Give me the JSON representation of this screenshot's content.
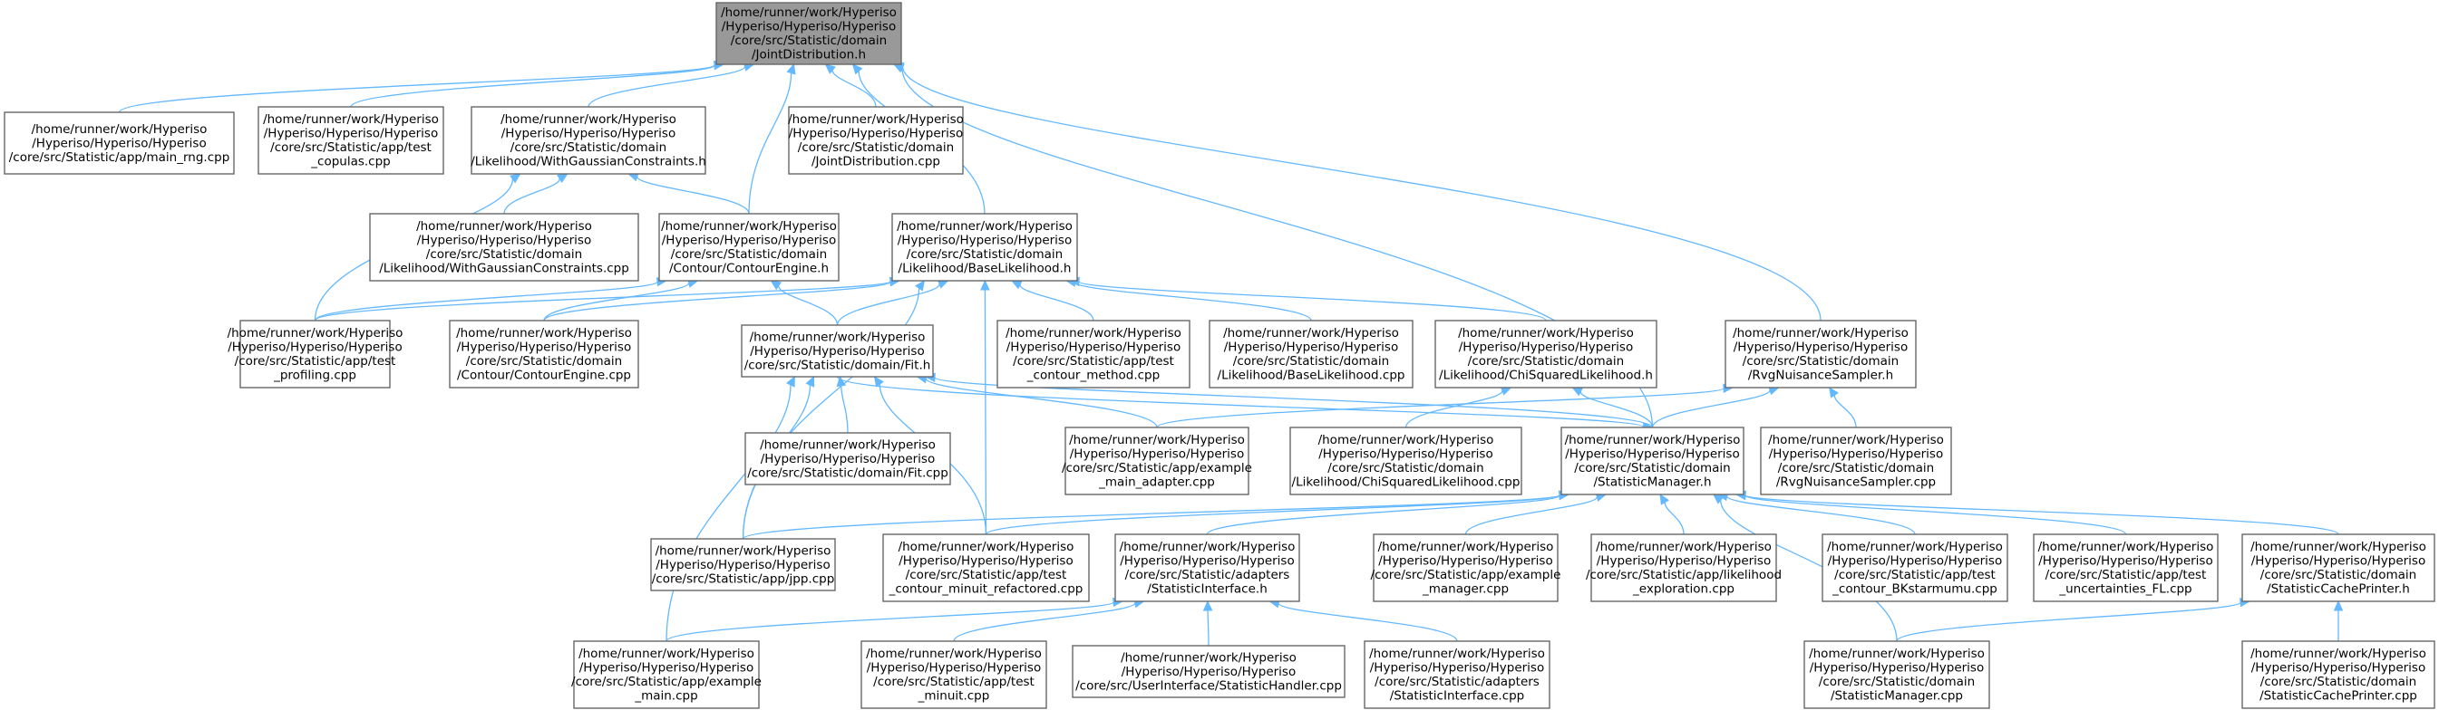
{
  "graph": {
    "nodes": [
      {
        "id": "jd_h",
        "lines": [
          "/home/runner/work/Hyperiso",
          "/Hyperiso/Hyperiso/Hyperiso",
          "/core/src/Statistic/domain",
          "/JointDistribution.h"
        ],
        "highlighted": true
      },
      {
        "id": "main_rng",
        "lines": [
          "/home/runner/work/Hyperiso",
          "/Hyperiso/Hyperiso/Hyperiso",
          "/core/src/Statistic/app/main_rng.cpp"
        ]
      },
      {
        "id": "test_copulas",
        "lines": [
          "/home/runner/work/Hyperiso",
          "/Hyperiso/Hyperiso/Hyperiso",
          "/core/src/Statistic/app/test",
          "_copulas.cpp"
        ]
      },
      {
        "id": "wgc_h",
        "lines": [
          "/home/runner/work/Hyperiso",
          "/Hyperiso/Hyperiso/Hyperiso",
          "/core/src/Statistic/domain",
          "/Likelihood/WithGaussianConstraints.h"
        ]
      },
      {
        "id": "jd_cpp",
        "lines": [
          "/home/runner/work/Hyperiso",
          "/Hyperiso/Hyperiso/Hyperiso",
          "/core/src/Statistic/domain",
          "/JointDistribution.cpp"
        ]
      },
      {
        "id": "wgc_cpp",
        "lines": [
          "/home/runner/work/Hyperiso",
          "/Hyperiso/Hyperiso/Hyperiso",
          "/core/src/Statistic/domain",
          "/Likelihood/WithGaussianConstraints.cpp"
        ]
      },
      {
        "id": "contour_h",
        "lines": [
          "/home/runner/work/Hyperiso",
          "/Hyperiso/Hyperiso/Hyperiso",
          "/core/src/Statistic/domain",
          "/Contour/ContourEngine.h"
        ]
      },
      {
        "id": "baselik_h",
        "lines": [
          "/home/runner/work/Hyperiso",
          "/Hyperiso/Hyperiso/Hyperiso",
          "/core/src/Statistic/domain",
          "/Likelihood/BaseLikelihood.h"
        ]
      },
      {
        "id": "test_profiling",
        "lines": [
          "/home/runner/work/Hyperiso",
          "/Hyperiso/Hyperiso/Hyperiso",
          "/core/src/Statistic/app/test",
          "_profiling.cpp"
        ]
      },
      {
        "id": "contour_cpp",
        "lines": [
          "/home/runner/work/Hyperiso",
          "/Hyperiso/Hyperiso/Hyperiso",
          "/core/src/Statistic/domain",
          "/Contour/ContourEngine.cpp"
        ]
      },
      {
        "id": "fit_h",
        "lines": [
          "/home/runner/work/Hyperiso",
          "/Hyperiso/Hyperiso/Hyperiso",
          "/core/src/Statistic/domain/Fit.h"
        ]
      },
      {
        "id": "test_contour_method",
        "lines": [
          "/home/runner/work/Hyperiso",
          "/Hyperiso/Hyperiso/Hyperiso",
          "/core/src/Statistic/app/test",
          "_contour_method.cpp"
        ]
      },
      {
        "id": "baselik_cpp",
        "lines": [
          "/home/runner/work/Hyperiso",
          "/Hyperiso/Hyperiso/Hyperiso",
          "/core/src/Statistic/domain",
          "/Likelihood/BaseLikelihood.cpp"
        ]
      },
      {
        "id": "chisq_h",
        "lines": [
          "/home/runner/work/Hyperiso",
          "/Hyperiso/Hyperiso/Hyperiso",
          "/core/src/Statistic/domain",
          "/Likelihood/ChiSquaredLikelihood.h"
        ]
      },
      {
        "id": "rvg_h",
        "lines": [
          "/home/runner/work/Hyperiso",
          "/Hyperiso/Hyperiso/Hyperiso",
          "/core/src/Statistic/domain",
          "/RvgNuisanceSampler.h"
        ]
      },
      {
        "id": "fit_cpp",
        "lines": [
          "/home/runner/work/Hyperiso",
          "/Hyperiso/Hyperiso/Hyperiso",
          "/core/src/Statistic/domain/Fit.cpp"
        ]
      },
      {
        "id": "example_main_adapter",
        "lines": [
          "/home/runner/work/Hyperiso",
          "/Hyperiso/Hyperiso/Hyperiso",
          "/core/src/Statistic/app/example",
          "_main_adapter.cpp"
        ]
      },
      {
        "id": "chisq_cpp",
        "lines": [
          "/home/runner/work/Hyperiso",
          "/Hyperiso/Hyperiso/Hyperiso",
          "/core/src/Statistic/domain",
          "/Likelihood/ChiSquaredLikelihood.cpp"
        ]
      },
      {
        "id": "statmgr_h",
        "lines": [
          "/home/runner/work/Hyperiso",
          "/Hyperiso/Hyperiso/Hyperiso",
          "/core/src/Statistic/domain",
          "/StatisticManager.h"
        ]
      },
      {
        "id": "rvg_cpp",
        "lines": [
          "/home/runner/work/Hyperiso",
          "/Hyperiso/Hyperiso/Hyperiso",
          "/core/src/Statistic/domain",
          "/RvgNuisanceSampler.cpp"
        ]
      },
      {
        "id": "jpp",
        "lines": [
          "/home/runner/work/Hyperiso",
          "/Hyperiso/Hyperiso/Hyperiso",
          "/core/src/Statistic/app/jpp.cpp"
        ]
      },
      {
        "id": "test_contour_minuit",
        "lines": [
          "/home/runner/work/Hyperiso",
          "/Hyperiso/Hyperiso/Hyperiso",
          "/core/src/Statistic/app/test",
          "_contour_minuit_refactored.cpp"
        ]
      },
      {
        "id": "statiface_h",
        "lines": [
          "/home/runner/work/Hyperiso",
          "/Hyperiso/Hyperiso/Hyperiso",
          "/core/src/Statistic/adapters",
          "/StatisticInterface.h"
        ]
      },
      {
        "id": "example_manager",
        "lines": [
          "/home/runner/work/Hyperiso",
          "/Hyperiso/Hyperiso/Hyperiso",
          "/core/src/Statistic/app/example",
          "_manager.cpp"
        ]
      },
      {
        "id": "likelihood_exploration",
        "lines": [
          "/home/runner/work/Hyperiso",
          "/Hyperiso/Hyperiso/Hyperiso",
          "/core/src/Statistic/app/likelihood",
          "_exploration.cpp"
        ]
      },
      {
        "id": "test_contour_bk",
        "lines": [
          "/home/runner/work/Hyperiso",
          "/Hyperiso/Hyperiso/Hyperiso",
          "/core/src/Statistic/app/test",
          "_contour_BKstarmumu.cpp"
        ]
      },
      {
        "id": "test_uncertainties",
        "lines": [
          "/home/runner/work/Hyperiso",
          "/Hyperiso/Hyperiso/Hyperiso",
          "/core/src/Statistic/app/test",
          "_uncertainties_FL.cpp"
        ]
      },
      {
        "id": "cacheprinter_h",
        "lines": [
          "/home/runner/work/Hyperiso",
          "/Hyperiso/Hyperiso/Hyperiso",
          "/core/src/Statistic/domain",
          "/StatisticCachePrinter.h"
        ]
      },
      {
        "id": "example_main",
        "lines": [
          "/home/runner/work/Hyperiso",
          "/Hyperiso/Hyperiso/Hyperiso",
          "/core/src/Statistic/app/example",
          "_main.cpp"
        ]
      },
      {
        "id": "test_minuit",
        "lines": [
          "/home/runner/work/Hyperiso",
          "/Hyperiso/Hyperiso/Hyperiso",
          "/core/src/Statistic/app/test",
          "_minuit.cpp"
        ]
      },
      {
        "id": "stathandler",
        "lines": [
          "/home/runner/work/Hyperiso",
          "/Hyperiso/Hyperiso/Hyperiso",
          "/core/src/UserInterface/StatisticHandler.cpp"
        ]
      },
      {
        "id": "statiface_cpp",
        "lines": [
          "/home/runner/work/Hyperiso",
          "/Hyperiso/Hyperiso/Hyperiso",
          "/core/src/Statistic/adapters",
          "/StatisticInterface.cpp"
        ]
      },
      {
        "id": "statmgr_cpp",
        "lines": [
          "/home/runner/work/Hyperiso",
          "/Hyperiso/Hyperiso/Hyperiso",
          "/core/src/Statistic/domain",
          "/StatisticManager.cpp"
        ]
      },
      {
        "id": "cacheprinter_cpp",
        "lines": [
          "/home/runner/work/Hyperiso",
          "/Hyperiso/Hyperiso/Hyperiso",
          "/core/src/Statistic/domain",
          "/StatisticCachePrinter.cpp"
        ]
      }
    ],
    "edges": [
      [
        "jd_h",
        "main_rng"
      ],
      [
        "jd_h",
        "test_copulas"
      ],
      [
        "jd_h",
        "wgc_h"
      ],
      [
        "jd_h",
        "jd_cpp"
      ],
      [
        "jd_h",
        "contour_h"
      ],
      [
        "jd_h",
        "baselik_h"
      ],
      [
        "jd_h",
        "statmgr_h"
      ],
      [
        "jd_h",
        "rvg_h"
      ],
      [
        "wgc_h",
        "wgc_cpp"
      ],
      [
        "wgc_h",
        "contour_h"
      ],
      [
        "wgc_h",
        "test_profiling"
      ],
      [
        "contour_h",
        "test_profiling"
      ],
      [
        "contour_h",
        "contour_cpp"
      ],
      [
        "contour_h",
        "fit_h"
      ],
      [
        "baselik_h",
        "test_profiling"
      ],
      [
        "baselik_h",
        "fit_h"
      ],
      [
        "baselik_h",
        "test_contour_method"
      ],
      [
        "baselik_h",
        "baselik_cpp"
      ],
      [
        "baselik_h",
        "chisq_h"
      ],
      [
        "baselik_h",
        "jpp"
      ],
      [
        "baselik_h",
        "test_contour_minuit"
      ],
      [
        "baselik_h",
        "contour_cpp"
      ],
      [
        "fit_h",
        "fit_cpp"
      ],
      [
        "fit_h",
        "example_main_adapter"
      ],
      [
        "fit_h",
        "statmgr_h"
      ],
      [
        "fit_h",
        "jpp"
      ],
      [
        "fit_h",
        "test_contour_minuit"
      ],
      [
        "fit_h",
        "example_main"
      ],
      [
        "chisq_h",
        "chisq_cpp"
      ],
      [
        "chisq_h",
        "statmgr_h"
      ],
      [
        "rvg_h",
        "statmgr_h"
      ],
      [
        "rvg_h",
        "rvg_cpp"
      ],
      [
        "rvg_h",
        "example_main_adapter"
      ],
      [
        "statmgr_h",
        "fit_h"
      ],
      [
        "statmgr_h",
        "jpp"
      ],
      [
        "statmgr_h",
        "test_contour_minuit"
      ],
      [
        "statmgr_h",
        "statiface_h"
      ],
      [
        "statmgr_h",
        "example_manager"
      ],
      [
        "statmgr_h",
        "likelihood_exploration"
      ],
      [
        "statmgr_h",
        "test_contour_bk"
      ],
      [
        "statmgr_h",
        "test_uncertainties"
      ],
      [
        "statmgr_h",
        "cacheprinter_h"
      ],
      [
        "statmgr_h",
        "statmgr_cpp"
      ],
      [
        "statiface_h",
        "example_main"
      ],
      [
        "statiface_h",
        "test_minuit"
      ],
      [
        "statiface_h",
        "stathandler"
      ],
      [
        "statiface_h",
        "statiface_cpp"
      ],
      [
        "cacheprinter_h",
        "statmgr_cpp"
      ],
      [
        "cacheprinter_h",
        "cacheprinter_cpp"
      ]
    ],
    "colors": {
      "edge": "#63b8ff",
      "node_border": "#666666",
      "highlight_fill": "#999999"
    }
  }
}
